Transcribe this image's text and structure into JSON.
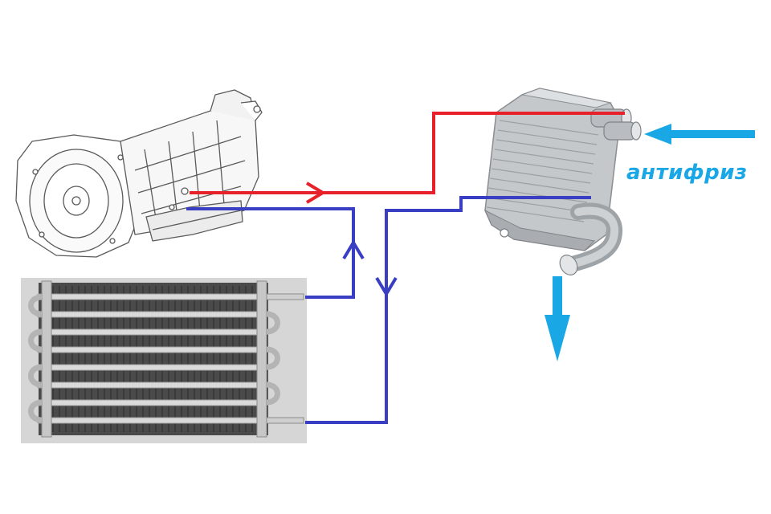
{
  "labels": {
    "antifreeze": "антифриз"
  },
  "colors": {
    "hot_line": "#e8202a",
    "cold_line": "#3a3ec2",
    "antifreeze_arrow": "#1aa7e6",
    "component_line": "#555555",
    "radiator_frame": "#d5d5d5",
    "radiator_core": "#3a3a3a",
    "cooler_body": "#bfc3c6"
  },
  "components": {
    "transmission": "transmission",
    "oil_cooler": "plate-oil-cooler",
    "auxiliary_radiator": "tube-fin-radiator"
  }
}
